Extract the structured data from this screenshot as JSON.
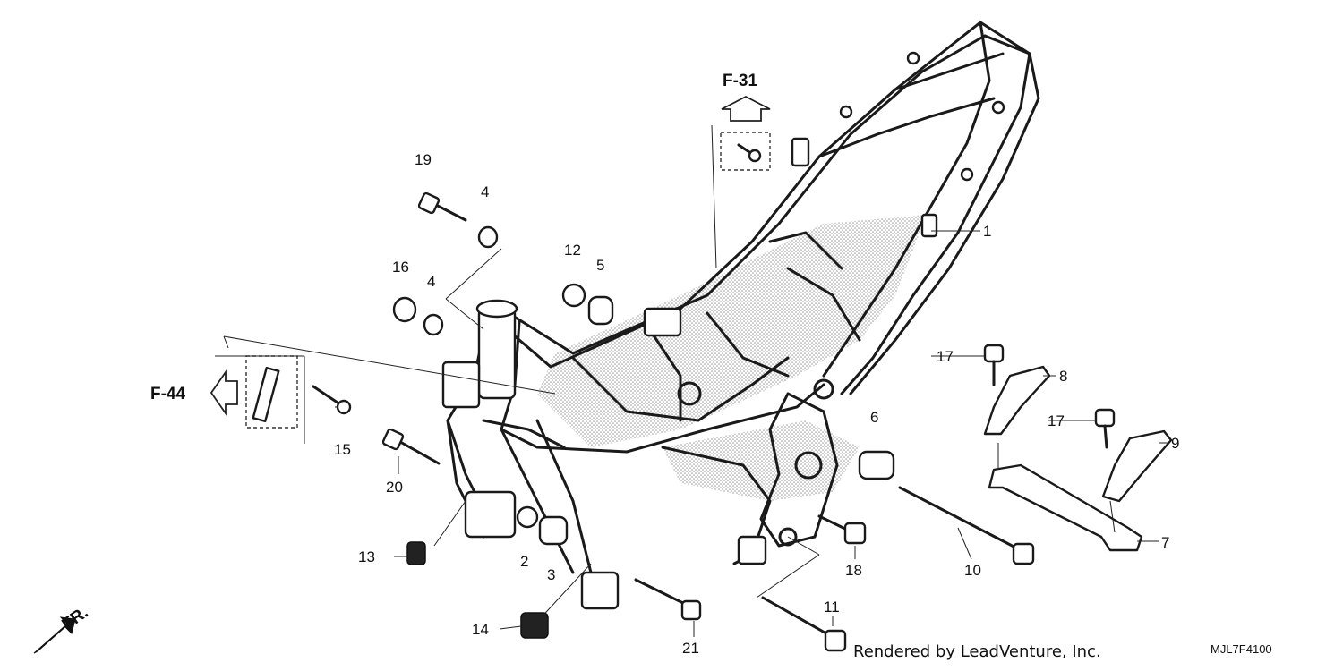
{
  "diagram": {
    "callouts": [
      "1",
      "2",
      "3",
      "4",
      "4",
      "5",
      "6",
      "7",
      "8",
      "9",
      "10",
      "11",
      "12",
      "13",
      "14",
      "15",
      "16",
      "17",
      "17",
      "18",
      "19",
      "20",
      "21"
    ],
    "references": {
      "top": "F-31",
      "left": "F-44"
    },
    "direction_label": "FR.",
    "credit": "Rendered by LeadVenture, Inc.",
    "diagram_code": "MJL7F4100"
  }
}
